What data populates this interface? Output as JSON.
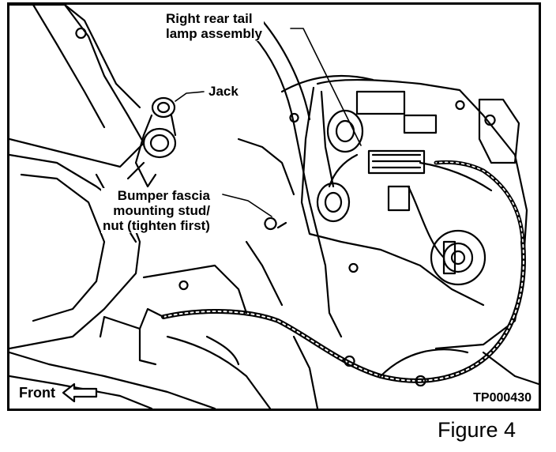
{
  "figure": {
    "caption": "Figure 4",
    "reference_code": "TP000430"
  },
  "callouts": {
    "tail_lamp": [
      "Right rear tail",
      "lamp assembly"
    ],
    "jack": "Jack",
    "mounting_stud": [
      "Bumper fascia",
      "mounting stud/",
      "nut (tighten first)"
    ]
  },
  "orientation": {
    "label": "Front",
    "direction": "left"
  },
  "colors": {
    "line": "#000000",
    "background": "#ffffff"
  }
}
